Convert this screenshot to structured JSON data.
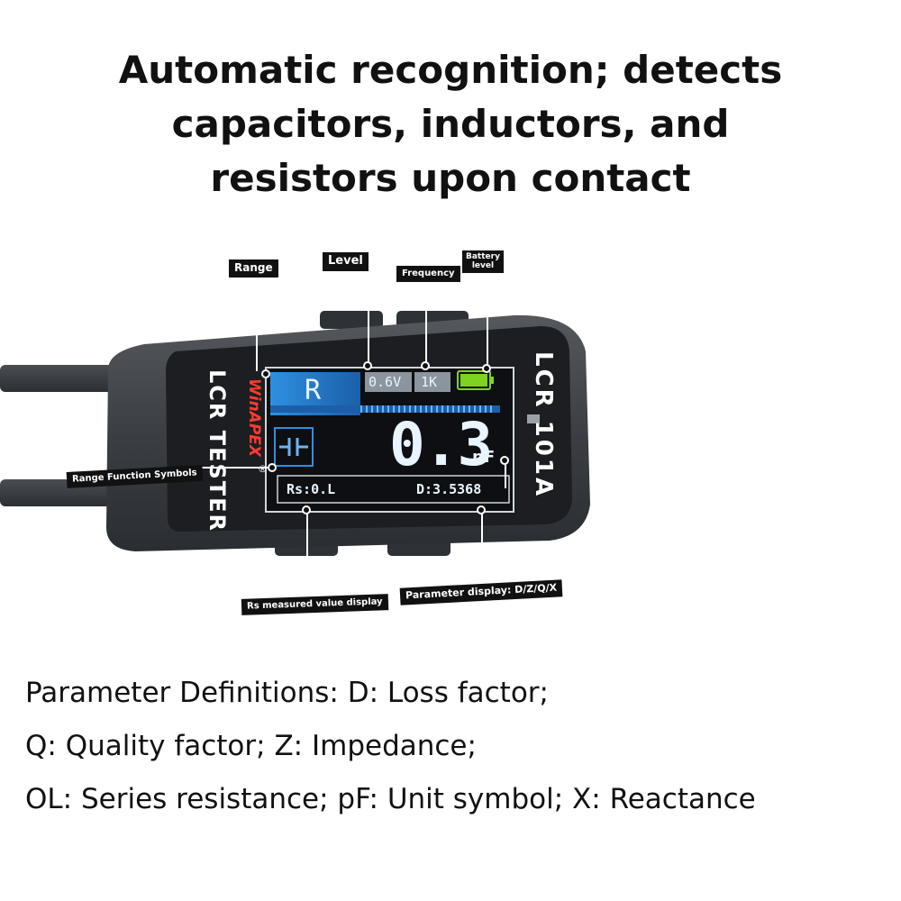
{
  "headline": {
    "line1": "Automatic recognition; detects",
    "line2": "capacitors, inductors, and",
    "line3": "resistors upon contact"
  },
  "callouts": {
    "range": "Range",
    "level": "Level",
    "frequency": "Frequency",
    "battery_line1": "Battery",
    "battery_line2": "level",
    "range_function": "Range Function Symbols",
    "rs_display": "Rs measured value display",
    "parameter_display": "Parameter display: D/Z/Q/X"
  },
  "device": {
    "brand": "WinAPEX",
    "label_left": "LCR TESTER",
    "model": "LCR 101A",
    "registered": "®"
  },
  "screen": {
    "mode": "R",
    "level": "0.6V",
    "frequency": "1K",
    "reading": "0.3",
    "unit": "pF",
    "rs": "Rs:0.L",
    "d_value": "D:3.5368",
    "battery_fraction": 1.0
  },
  "definitions": {
    "line1": "Parameter Definitions: D: Loss factor;",
    "line2": "Q: Quality factor; Z: Impedance;",
    "line3": "OL: Series resistance; pF: Unit symbol; X: Reactance"
  },
  "colors": {
    "screen_blue": "#2f8fe0",
    "battery_green": "#7ed321",
    "display_white": "#e8f4ff",
    "body_dark": "#3b3f44"
  }
}
